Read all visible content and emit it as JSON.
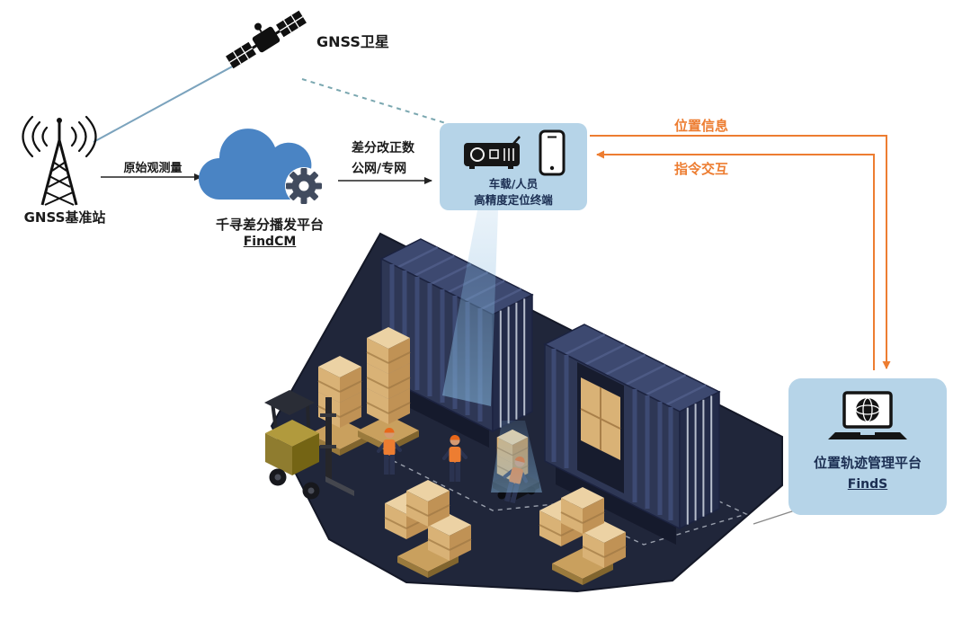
{
  "diagram": {
    "satellite": {
      "label": "GNSS卫星"
    },
    "base_station": {
      "label": "GNSS基准站"
    },
    "link_raw": {
      "label": "原始观测量"
    },
    "cloud_platform": {
      "name": "千寻差分播发平台",
      "product": "FindCM"
    },
    "link_diff": {
      "line1": "差分改正数",
      "line2": "公网/专网"
    },
    "terminal": {
      "line1": "车载/人员",
      "line2": "高精度定位终端"
    },
    "link_position": {
      "label": "位置信息"
    },
    "link_command": {
      "label": "指令交互"
    },
    "management_platform": {
      "name": "位置轨迹管理平台",
      "product": "FindS"
    }
  },
  "colors": {
    "accent_orange": "#ed7d31",
    "panel_blue": "#b6d4e8",
    "cloud_blue": "#4a84c4",
    "container_navy": "#2e3755",
    "floor_navy": "#20263a",
    "beam_blue": "#86b9e0",
    "box_tan": "#d9b276"
  }
}
